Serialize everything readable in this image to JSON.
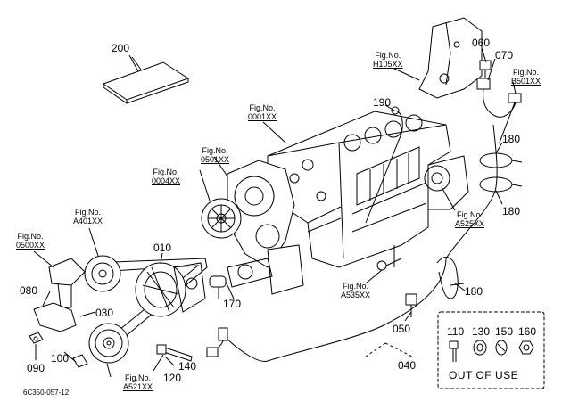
{
  "parts": {
    "p200": "200",
    "p060": "060",
    "p070": "070",
    "p190": "190",
    "p180a": "180",
    "p180b": "180",
    "p180c": "180",
    "p010": "010",
    "p080": "080",
    "p030": "030",
    "p170": "170",
    "p090": "090",
    "p100": "100",
    "p120": "120",
    "p140": "140",
    "p050": "050",
    "p040": "040"
  },
  "fig_refs": {
    "h105": {
      "line1": "Fig.No.",
      "line2": "H105XX"
    },
    "b501": {
      "line1": "Fig.No.",
      "line2": "B501XX"
    },
    "f0001": {
      "line1": "Fig.No.",
      "line2": "0001XX"
    },
    "f0501": {
      "line1": "Fig.No.",
      "line2": "0501XX"
    },
    "f0004": {
      "line1": "Fig.No.",
      "line2": "0004XX"
    },
    "a401": {
      "line1": "Fig.No.",
      "line2": "A401XX"
    },
    "f0500": {
      "line1": "Fig.No.",
      "line2": "0500XX"
    },
    "a525": {
      "line1": "Fig.No.",
      "line2": "A525XX"
    },
    "a535": {
      "line1": "Fig.No.",
      "line2": "A535XX"
    },
    "a521": {
      "line1": "Fig.No.",
      "line2": "A521XX"
    }
  },
  "legend": {
    "codes": [
      "110",
      "130",
      "150",
      "160"
    ],
    "title": "OUT OF USE"
  },
  "drawing_ref": "6C350-057-12"
}
